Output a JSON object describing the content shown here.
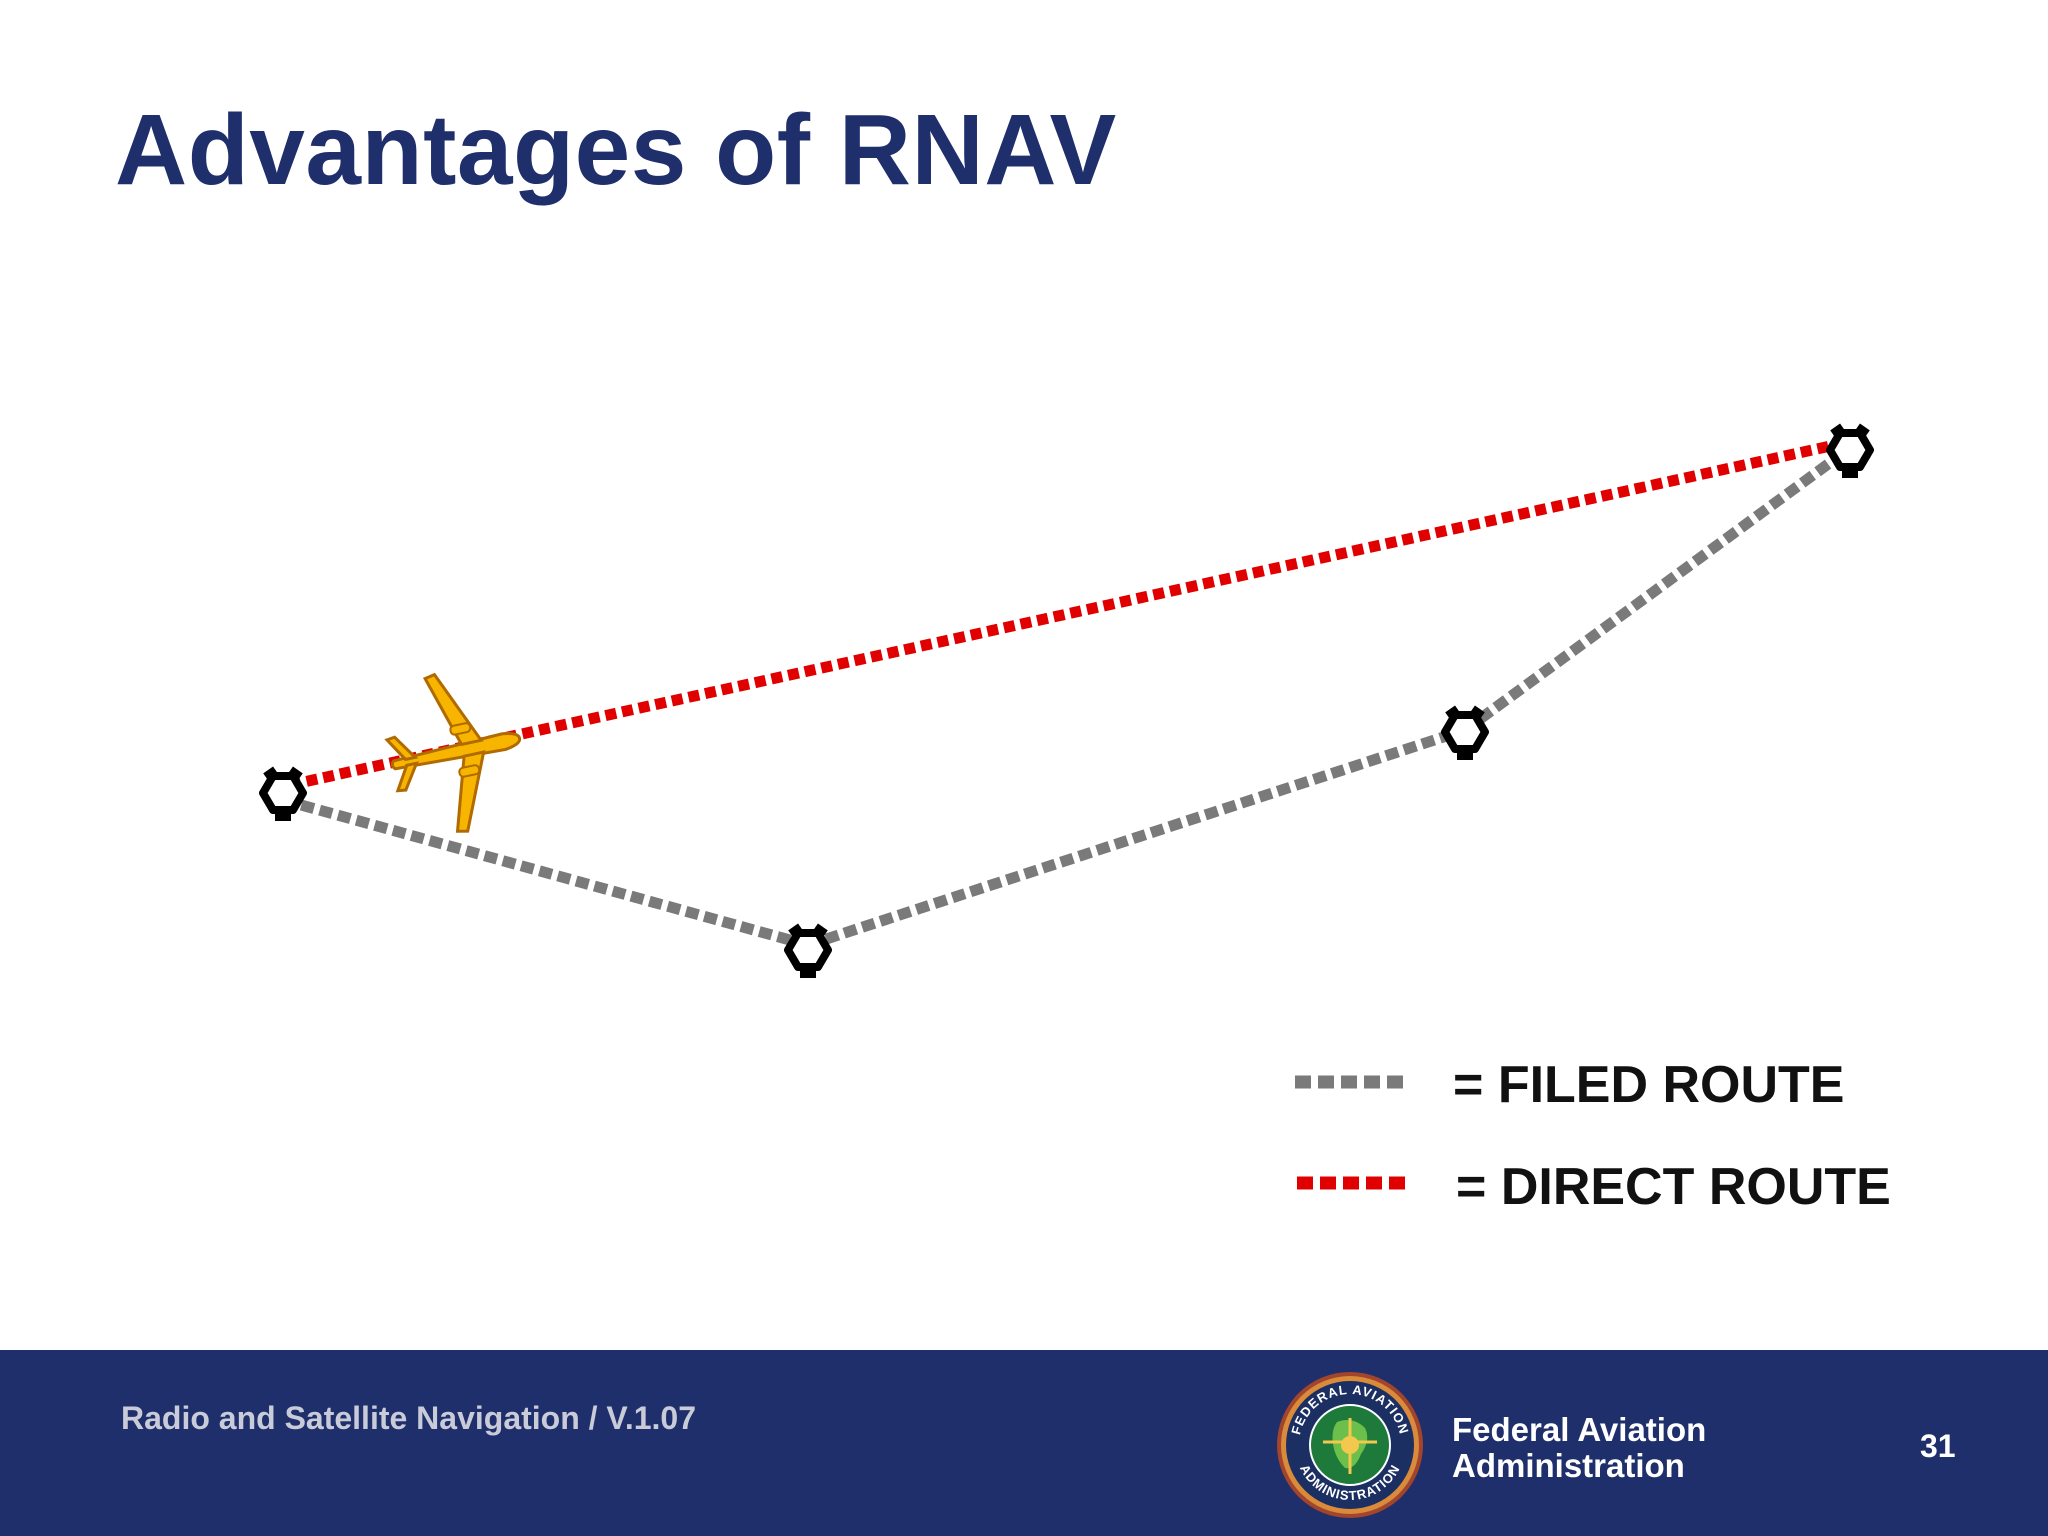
{
  "slide": {
    "title": "Advantages of RNAV"
  },
  "legend": {
    "filed_label": "= FILED ROUTE",
    "direct_label": "= DIRECT ROUTE"
  },
  "routes": {
    "filed_color": "#7a7a7a",
    "direct_color": "#e00000"
  },
  "icons": {
    "waypoint": "vor-waypoint-icon",
    "aircraft": "airplane-icon",
    "seal": "faa-seal-icon"
  },
  "colors": {
    "title": "#1f2f6b",
    "footer_bg": "#1f2f6b",
    "airplane": "#f7b500"
  },
  "footer": {
    "course": "Radio and Satellite Navigation / V.1.07",
    "agency_line1": "Federal Aviation",
    "agency_line2": "Administration",
    "page_number": "31",
    "seal_text_top": "FEDERAL AVIATION",
    "seal_text_bottom": "ADMINISTRATION"
  }
}
